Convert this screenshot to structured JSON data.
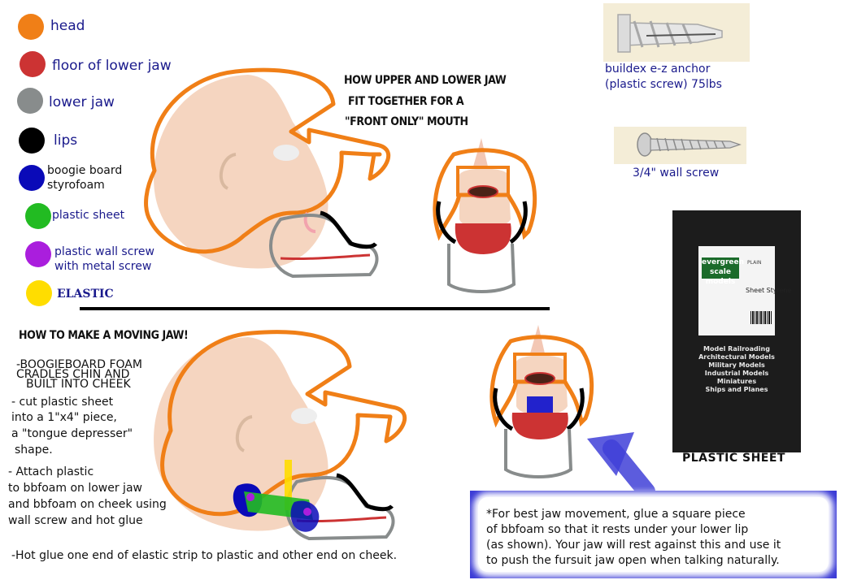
{
  "legend": [
    {
      "label": "head",
      "color": "#f07f17"
    },
    {
      "label": "floor of lower jaw",
      "color": "#cc3333"
    },
    {
      "label": "lower jaw",
      "color": "#888c8c"
    },
    {
      "label": "lips",
      "color": "#000000"
    },
    {
      "label_lines": [
        "boogie board",
        "styrofoam"
      ],
      "color": "#0a0ab8"
    },
    {
      "label": "plastic sheet",
      "color": "#22bb22"
    },
    {
      "label_lines": [
        "plastic wall screw",
        "with metal screw"
      ],
      "color": "#aa1edd"
    },
    {
      "label": "ELASTIC",
      "color": "#ffdd00"
    }
  ],
  "top_heading": [
    "HOW UPPER AND LOWER JAW",
    "FIT TOGETHER FOR A",
    "\"FRONT ONLY\" MOUTH"
  ],
  "bottom_heading": "HOW TO MAKE A MOVING JAW!",
  "instructions": {
    "step1": [
      "-BOOGIEBOARD FOAM",
      "CRADLES CHIN AND",
      "BUILT INTO CHEEK"
    ],
    "step2": [
      "- cut plastic sheet",
      "into a 1\"x4\" piece,",
      "a \"tongue depresser\"",
      "shape."
    ],
    "step3": [
      "- Attach plastic",
      "to bbfoam on lower jaw",
      "and bbfoam on cheek using",
      "wall screw and hot glue"
    ],
    "step4": "-Hot glue one end of elastic strip to plastic and other end on cheek."
  },
  "products": {
    "anchor_caption": [
      "buildex e-z anchor",
      "(plastic screw) 75lbs"
    ],
    "screw_caption": "3/4\" wall screw",
    "sheet_caption": "PLASTIC SHEET",
    "package": {
      "brand": [
        "evergreen",
        "scale models"
      ],
      "product": "Sheet Styrene",
      "plain": "PLAIN",
      "uses": [
        "Model Railroading",
        "Architectural Models",
        "Military Models",
        "Industrial Models",
        "Miniatures",
        "Ships and Planes"
      ]
    }
  },
  "note": [
    "*For best jaw movement, glue a square piece",
    "of bbfoam so that it rests under your lower lip",
    "(as shown). Your jaw will rest against this and use it",
    "to push the fursuit jaw open when talking naturally."
  ]
}
